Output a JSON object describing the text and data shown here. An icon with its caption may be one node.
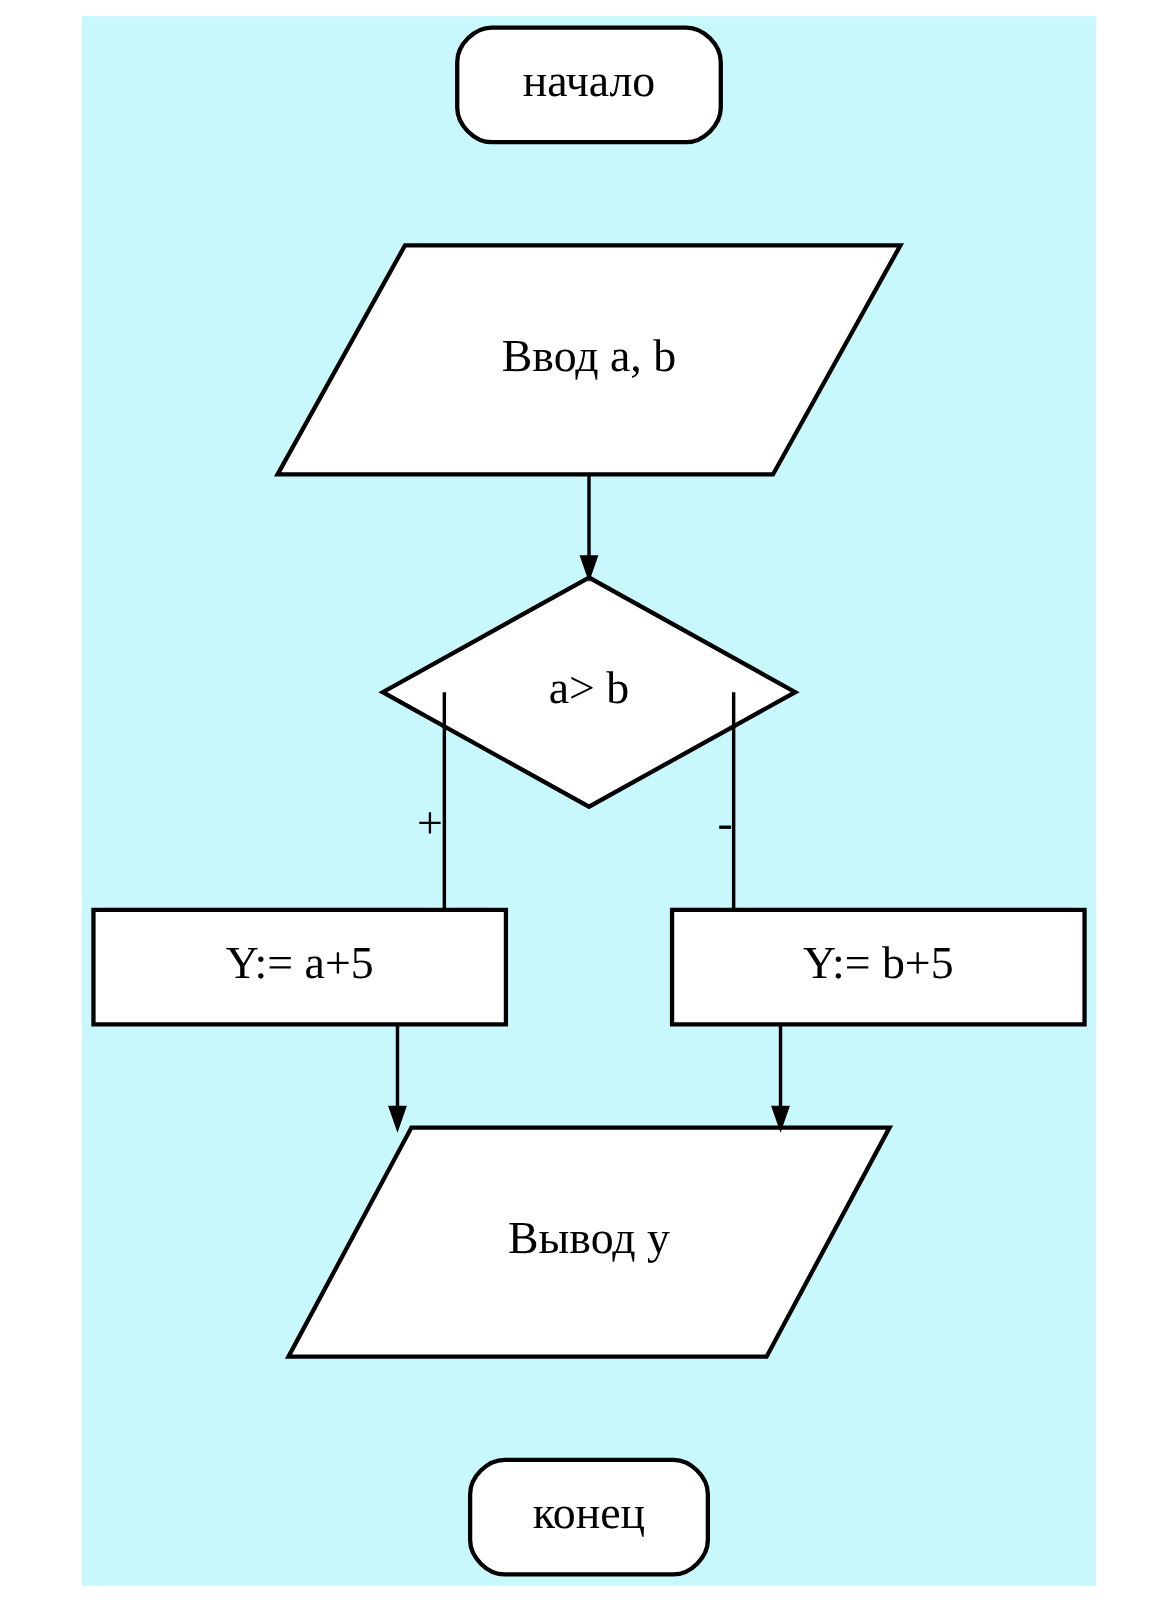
{
  "diagram": {
    "nodes": [
      {
        "text": [
          "начало"
        ]
      },
      {
        "text": [
          "Ввод a, b"
        ]
      },
      {
        "text": [
          "a> b"
        ]
      },
      {
        "text": [
          "Y:= a+5"
        ]
      },
      {
        "text": [
          "Y:= b+5"
        ]
      },
      {
        "text": [
          "Вывод y"
        ]
      },
      {
        "text": [
          "конец"
        ]
      }
    ],
    "edges": [
      {
        "from": 1,
        "to": 2,
        "arrow": "to"
      },
      {
        "from": 2,
        "to": 3,
        "arrow": "none",
        "label": "+"
      },
      {
        "from": 2,
        "to": 4,
        "arrow": "none",
        "label": "-"
      },
      {
        "from": 3,
        "to": 5,
        "arrow": "to"
      },
      {
        "from": 4,
        "to": 5,
        "arrow": "to"
      }
    ]
  }
}
